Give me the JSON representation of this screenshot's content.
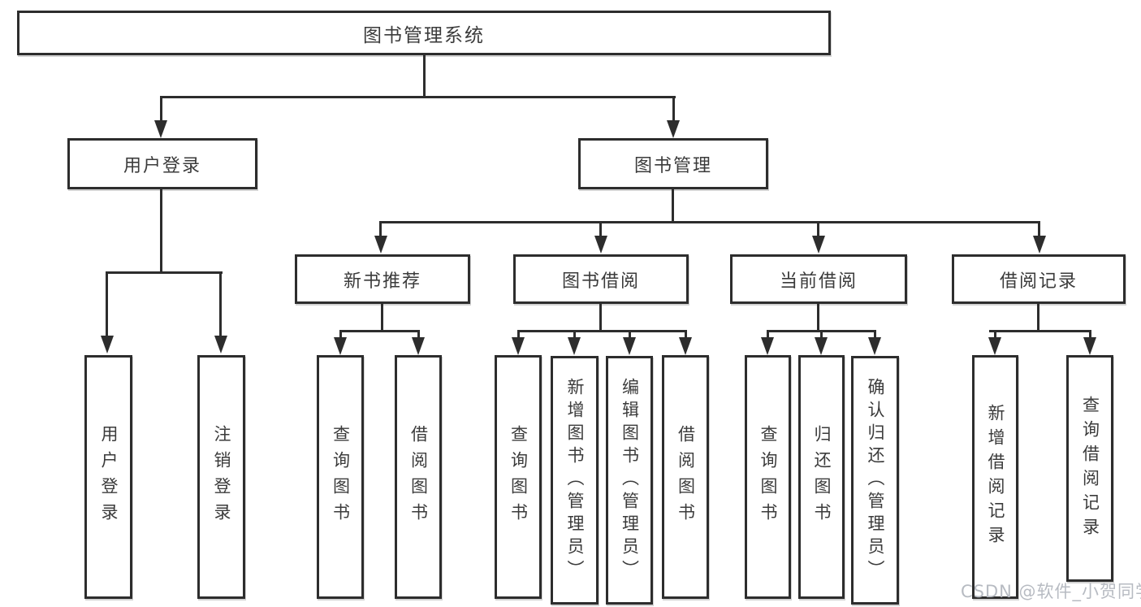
{
  "tree": {
    "root": {
      "label": "图书管理系统",
      "children": [
        {
          "label": "用户登录",
          "children": [
            {
              "label": "用户登录"
            },
            {
              "label": "注销登录"
            }
          ]
        },
        {
          "label": "图书管理",
          "children": [
            {
              "label": "新书推荐",
              "children": [
                {
                  "label": "查询图书"
                },
                {
                  "label": "借阅图书"
                }
              ]
            },
            {
              "label": "图书借阅",
              "children": [
                {
                  "label": "查询图书"
                },
                {
                  "label": "新增图书（管理员）"
                },
                {
                  "label": "编辑图书（管理员）"
                },
                {
                  "label": "借阅图书"
                }
              ]
            },
            {
              "label": "当前借阅",
              "children": [
                {
                  "label": "查询图书"
                },
                {
                  "label": "归还图书"
                },
                {
                  "label": "确认归还（管理员）"
                }
              ]
            },
            {
              "label": "借阅记录",
              "children": [
                {
                  "label": "新增借阅记录"
                },
                {
                  "label": "查询借阅记录"
                }
              ]
            }
          ]
        }
      ]
    }
  },
  "watermark": {
    "text": "CSDN @软件_小贺同学",
    "color": "#b7bbc2"
  },
  "colors": {
    "line": "#2d2d2d",
    "text": "#3b3b3b",
    "background": "#ffffff"
  }
}
